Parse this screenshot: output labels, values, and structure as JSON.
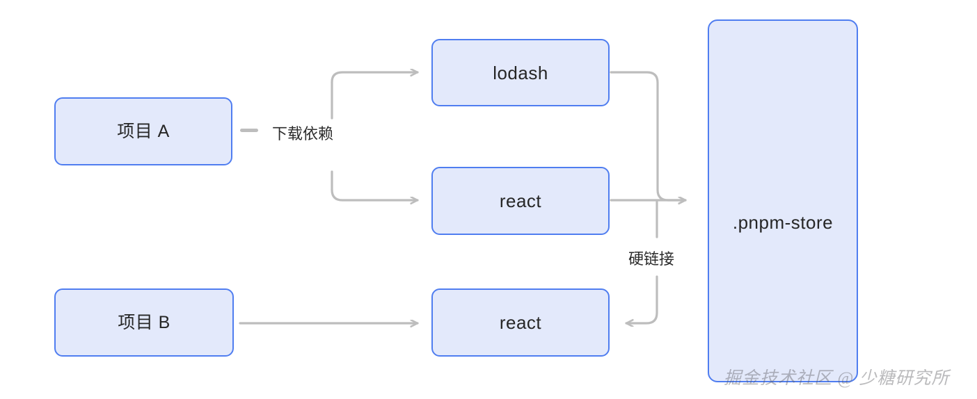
{
  "diagram": {
    "title": "pnpm store hard-link diagram",
    "background_color": "#ffffff",
    "node_fill": "#e3e9fb",
    "node_border": "#4f7df0",
    "edge_color": "#bdbdbd",
    "text_color": "#262626"
  },
  "nodes": {
    "project_a": {
      "label": "项目 A"
    },
    "project_b": {
      "label": "项目 B"
    },
    "lodash": {
      "label": "lodash"
    },
    "react_top": {
      "label": "react"
    },
    "react_bottom": {
      "label": "react"
    },
    "store": {
      "label": ".pnpm-store"
    }
  },
  "edges": {
    "download": {
      "label": "下载依赖"
    },
    "hardlink": {
      "label": "硬链接"
    }
  },
  "watermark": {
    "text": "掘金技术社区 @ 少糖研究所"
  }
}
